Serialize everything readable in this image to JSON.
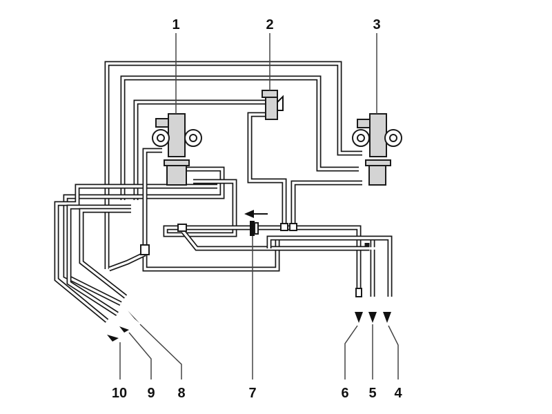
{
  "figure": {
    "type": "hose routing schematic",
    "flow_arrow": "left-arrow"
  },
  "callouts": [
    {
      "id": "1",
      "label": "1",
      "target": "valve-block-left"
    },
    {
      "id": "2",
      "label": "2",
      "target": "small-valve-top"
    },
    {
      "id": "3",
      "label": "3",
      "target": "valve-block-right"
    },
    {
      "id": "4",
      "label": "4",
      "target": "hose-end-4"
    },
    {
      "id": "5",
      "label": "5",
      "target": "hose-end-5"
    },
    {
      "id": "6",
      "label": "6",
      "target": "hose-end-6"
    },
    {
      "id": "7",
      "label": "7",
      "target": "inline-filter"
    },
    {
      "id": "8",
      "label": "8",
      "target": "hose-end-8"
    },
    {
      "id": "9",
      "label": "9",
      "target": "hose-end-9"
    },
    {
      "id": "10",
      "label": "10",
      "target": "hose-end-10"
    }
  ]
}
